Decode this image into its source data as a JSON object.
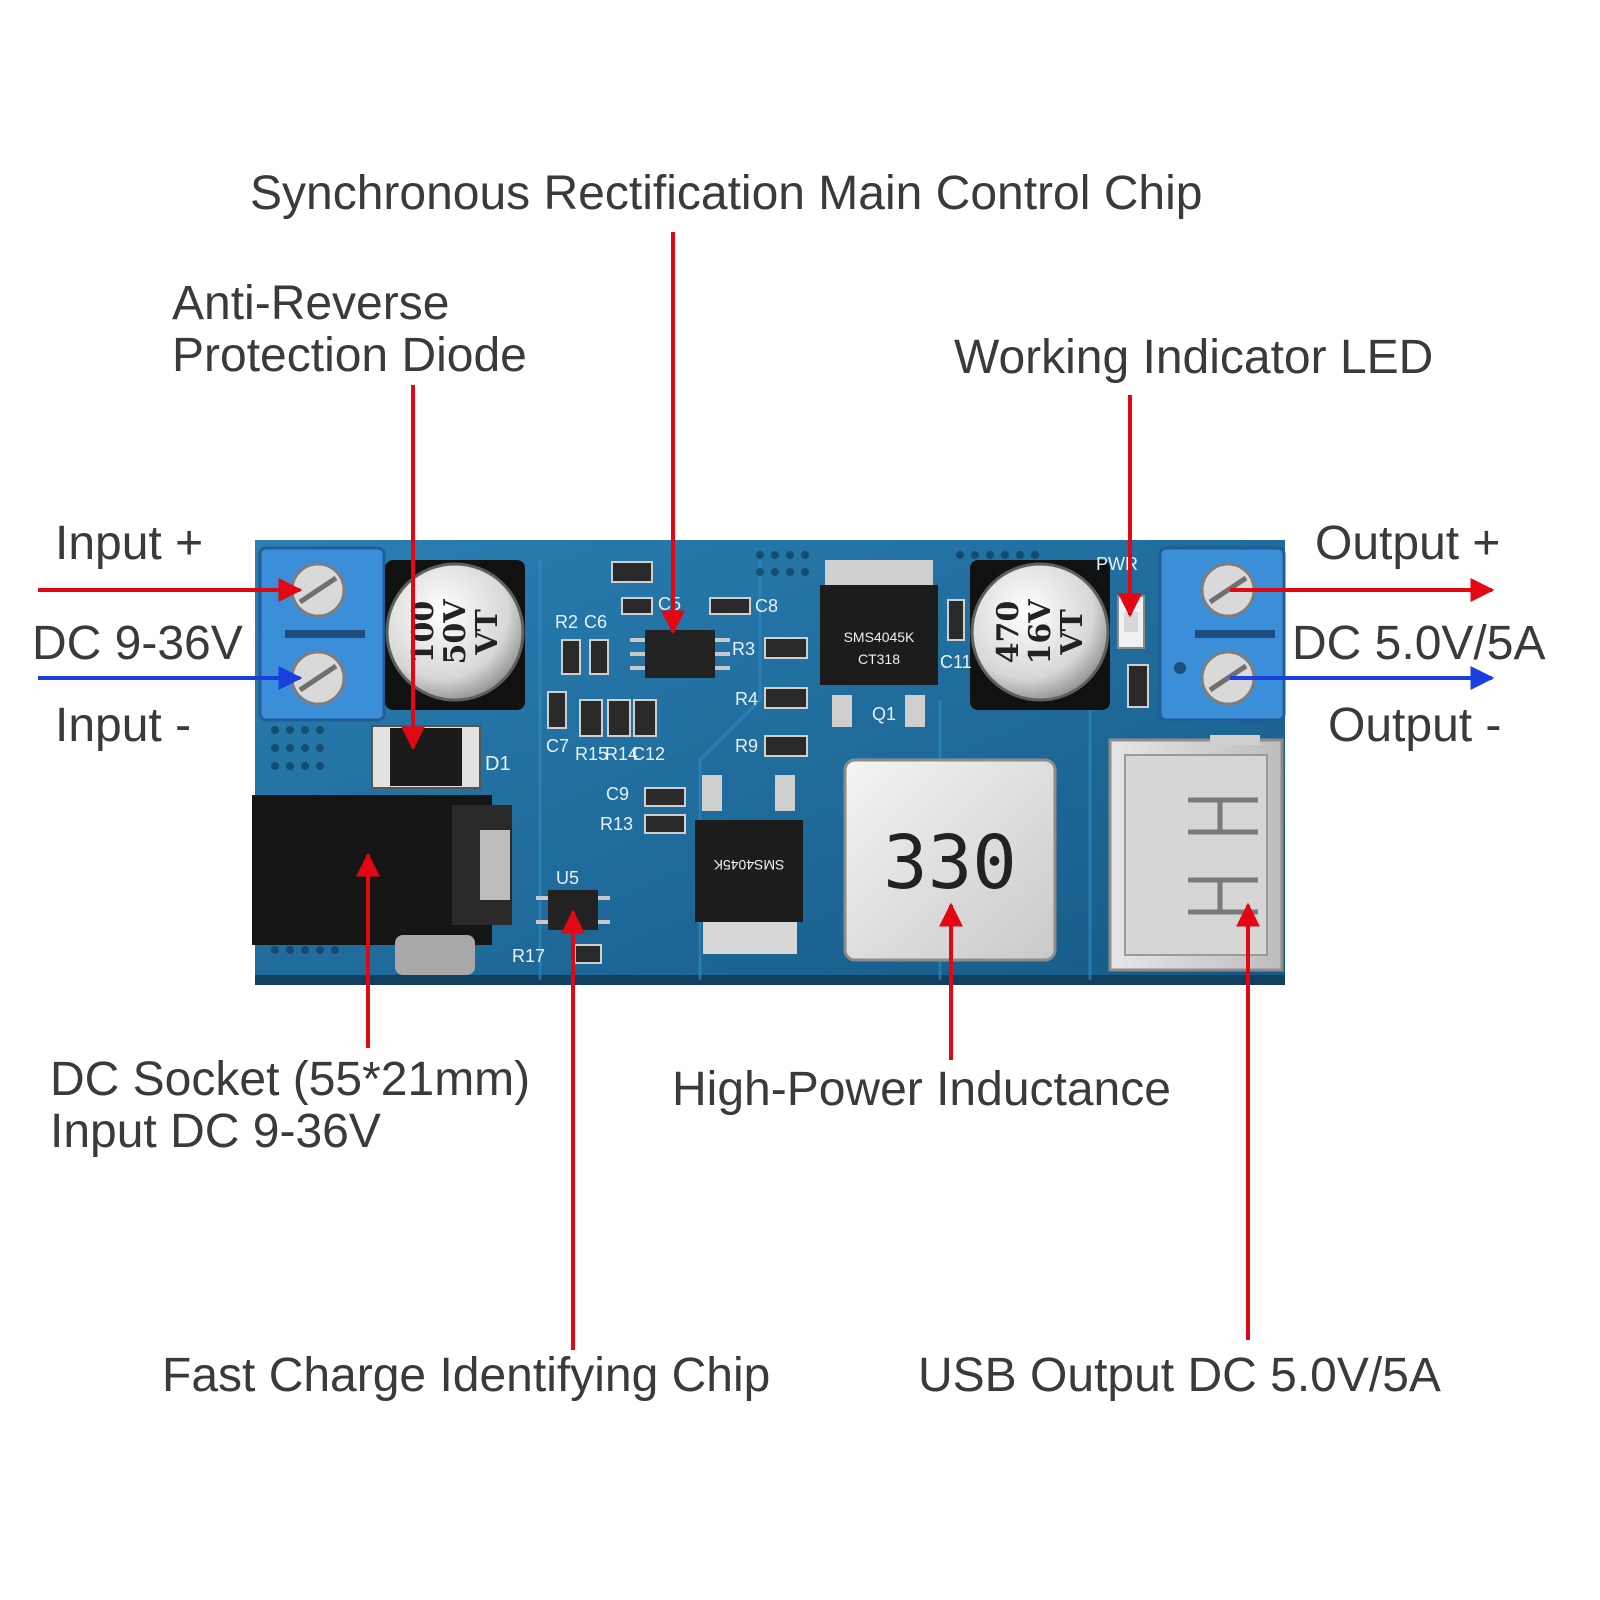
{
  "labels": {
    "main_chip": "Synchronous Rectification Main Control Chip",
    "diode": [
      "Anti-Reverse",
      "Protection Diode"
    ],
    "led": "Working Indicator LED",
    "input_plus": "Input +",
    "input_voltage": "DC 9-36V",
    "input_minus": "Input -",
    "output_plus": "Output +",
    "output_voltage": "DC 5.0V/5A",
    "output_minus": "Output -",
    "dc_socket": [
      "DC Socket (55*21mm)",
      "Input DC 9-36V"
    ],
    "inductance": "High-Power Inductance",
    "fast_charge_chip": "Fast Charge Identifying Chip",
    "usb_output": "USB Output DC 5.0V/5A"
  },
  "board": {
    "cap_left": [
      "100",
      "50V",
      "VT"
    ],
    "cap_right": [
      "470",
      "16V",
      "VT"
    ],
    "inductor_marking": "330",
    "mosfet_marking": "SMS4045K",
    "mosfet_code": "CT318",
    "silkscreen": [
      "R2",
      "C6",
      "C5",
      "C8",
      "R3",
      "R4",
      "R9",
      "C7",
      "R15",
      "R14",
      "C12",
      "C9",
      "R13",
      "U5",
      "R17",
      "D1",
      "C11",
      "Q1",
      "PWR"
    ]
  },
  "colors": {
    "arrow_red": "#e30613",
    "arrow_blue": "#1a3fe0",
    "pcb": "#1f6e9e",
    "terminal": "#3b8fd8",
    "label_text": "#3a3a3a"
  }
}
